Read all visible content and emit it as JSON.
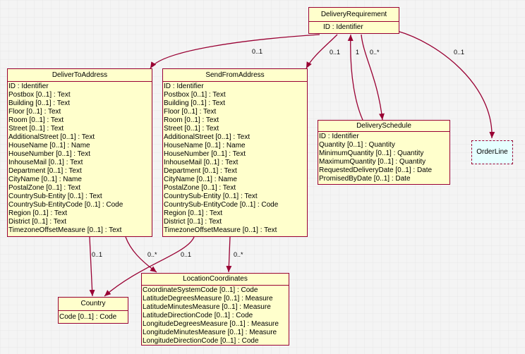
{
  "classes": {
    "delivery_requirement": {
      "name": "DeliveryRequirement",
      "attributes": [
        "ID : Identifier"
      ]
    },
    "deliver_to_address": {
      "name": "DeliverToAddress",
      "attributes": [
        "ID : Identifier",
        "Postbox [0..1] : Text",
        "Building [0..1] : Text",
        "Floor [0..1] : Text",
        "Room [0..1] : Text",
        "Street [0..1] : Text",
        "AdditionalStreet [0..1] : Text",
        "HouseName [0..1] : Name",
        "HouseNumber [0..1] : Text",
        "InhouseMail [0..1] : Text",
        "Department [0..1] : Text",
        "CityName [0..1] : Name",
        "PostalZone [0..1] : Text",
        "CountrySub-Entity [0..1] : Text",
        "CountrySub-EntityCode [0..1] : Code",
        "Region [0..1] : Text",
        "District [0..1] : Text",
        "TimezoneOffsetMeasure [0..1] : Text"
      ]
    },
    "send_from_address": {
      "name": "SendFromAddress",
      "attributes": [
        "ID : Identifier",
        "Postbox [0..1] : Text",
        "Building [0..1] : Text",
        "Floor [0..1] : Text",
        "Room [0..1] : Text",
        "Street [0..1] : Text",
        "AdditionalStreet [0..1] : Text",
        "HouseName [0..1] : Name",
        "HouseNumber [0..1] : Text",
        "InhouseMail [0..1] : Text",
        "Department [0..1] : Text",
        "CityName [0..1] : Name",
        "PostalZone [0..1] : Text",
        "CountrySub-Entity [0..1] : Text",
        "CountrySub-EntityCode [0..1] : Code",
        "Region [0..1] : Text",
        "District [0..1] : Text",
        "TimezoneOffsetMeasure [0..1] : Text"
      ]
    },
    "delivery_schedule": {
      "name": "DeliverySchedule",
      "attributes": [
        "ID : Identifier",
        "Quantity [0..1] : Quantity",
        "MinimumQuantity [0..1] : Quantity",
        "MaximumQuantity [0..1] : Quantity",
        "RequestedDeliveryDate [0..1] : Date",
        "PromisedByDate [0..1] : Date"
      ]
    },
    "country": {
      "name": "Country",
      "attributes": [
        "Code [0..1] : Code"
      ]
    },
    "location_coordinates": {
      "name": "LocationCoordinates",
      "attributes": [
        "CoordinateSystemCode [0..1] : Code",
        "LatitudeDegreesMeasure [0..1] : Measure",
        "LatitudeMinutesMeasure [0..1] : Measure",
        "LatitudeDirectionCode [0..1] : Code",
        "LongitudeDegreesMeasure [0..1] : Measure",
        "LongitudeMinutesMeasure [0..1] : Measure",
        "LongitudeDirectionCode [0..1] : Code"
      ]
    }
  },
  "external": {
    "order_line": {
      "name": "OrderLine"
    }
  },
  "multiplicities": {
    "dr_to_deliver": "0..1",
    "dr_to_send": "0..1",
    "schedule_to_dr": "1",
    "dr_to_schedule": "0..*",
    "dr_to_orderline": "0..1",
    "deliver_to_country": "0..1",
    "deliver_to_location": "0..*",
    "send_to_country": "0..1",
    "send_to_location": "0..*"
  },
  "colors": {
    "box_fill": "#ffffcc",
    "box_border": "#990033",
    "external_fill": "#e6ffff",
    "link": "#990033"
  }
}
